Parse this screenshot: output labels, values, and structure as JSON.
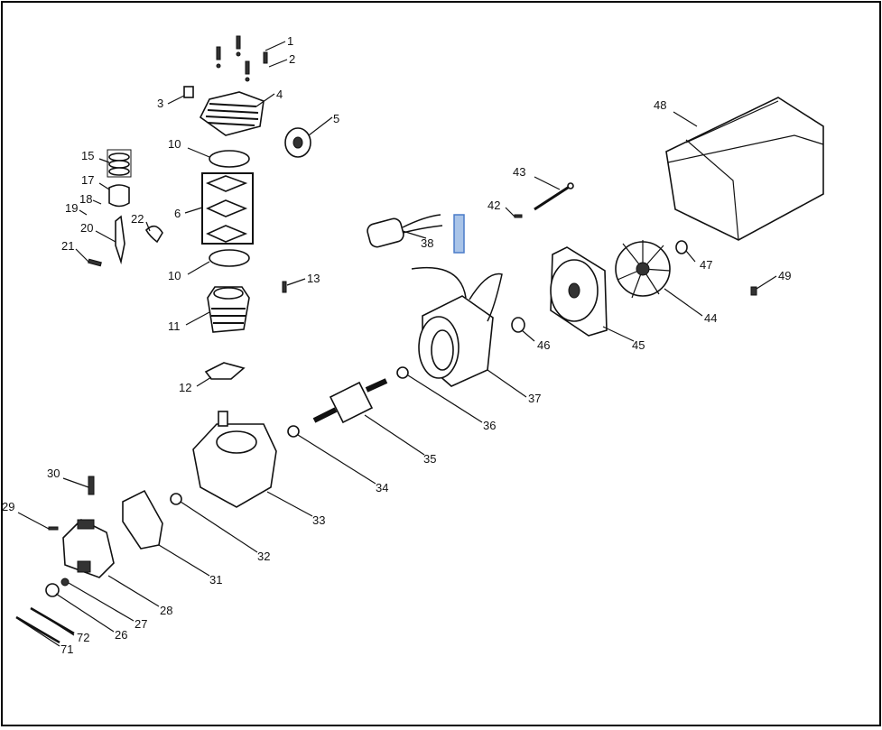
{
  "diagram": {
    "title": "Exploded parts diagram",
    "labels": [
      "1",
      "2",
      "3",
      "4",
      "5",
      "10",
      "15",
      "17",
      "18",
      "19",
      "6",
      "22",
      "20",
      "21",
      "10",
      "13",
      "11",
      "12",
      "38",
      "42",
      "43",
      "48",
      "47",
      "49",
      "44",
      "45",
      "46",
      "37",
      "36",
      "35",
      "34",
      "33",
      "30",
      "29",
      "32",
      "31",
      "28",
      "27",
      "26",
      "72",
      "71"
    ],
    "colors": {
      "line": "#111111",
      "highlight": "#4a7bc8"
    }
  }
}
